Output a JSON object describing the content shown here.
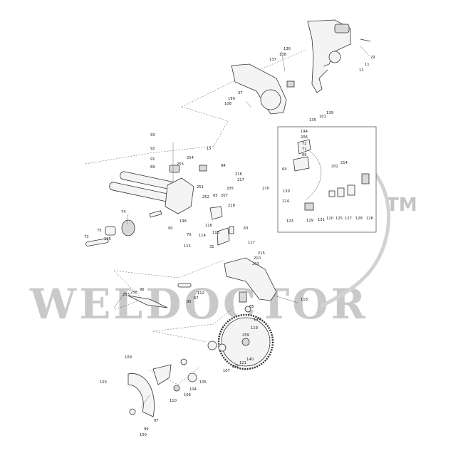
{
  "watermark": {
    "text": "WELDOCTOR",
    "trademark": "TM"
  },
  "labels": [
    "29",
    "11",
    "12",
    "138",
    "137",
    "136",
    "37",
    "199",
    "108",
    "101",
    "139",
    "135",
    "93",
    "92",
    "91",
    "89",
    "15",
    "255",
    "254",
    "94",
    "251",
    "205",
    "216",
    "217",
    "252",
    "207",
    "65",
    "218",
    "63",
    "74",
    "90",
    "196",
    "70",
    "75",
    "195",
    "73",
    "116",
    "113",
    "114",
    "31",
    "117",
    "215",
    "210",
    "203",
    "111",
    "118",
    "194",
    "206",
    "72",
    "71",
    "66",
    "64",
    "202",
    "214",
    "270",
    "130",
    "124",
    "123",
    "129",
    "131",
    "120",
    "125",
    "127",
    "128",
    "126",
    "96",
    "258",
    "253",
    "112",
    "67",
    "95",
    "85",
    "147",
    "119",
    "259",
    "140",
    "121",
    "200",
    "107",
    "109",
    "105",
    "104",
    "106",
    "110",
    "103",
    "97",
    "99",
    "100"
  ]
}
